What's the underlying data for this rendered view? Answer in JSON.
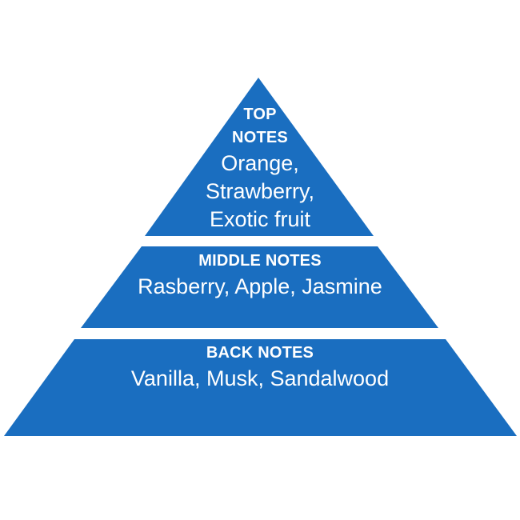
{
  "colors": {
    "tier_fill": "#1a6ec0",
    "background": "#ffffff",
    "text": "#ffffff"
  },
  "tiers": {
    "top": {
      "heading": "TOP NOTES",
      "notes": "Orange, Strawberry, Exotic fruit"
    },
    "middle": {
      "heading": "MIDDLE NOTES",
      "notes": "Rasberry, Apple, Jasmine"
    },
    "back": {
      "heading": "BACK NOTES",
      "notes": "Vanilla, Musk, Sandalwood"
    }
  }
}
